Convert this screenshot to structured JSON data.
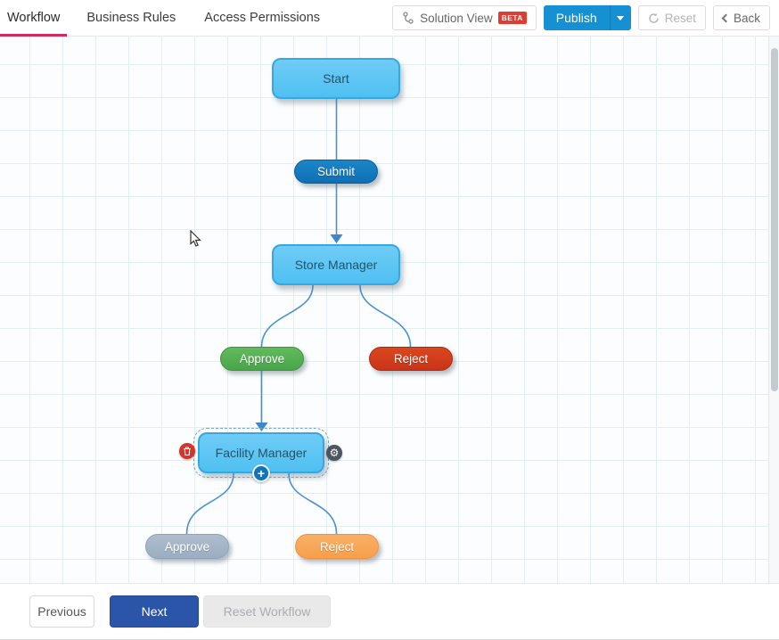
{
  "tabs": {
    "items": [
      {
        "label": "Workflow",
        "active": true
      },
      {
        "label": "Business Rules",
        "active": false
      },
      {
        "label": "Access Permissions",
        "active": false
      }
    ]
  },
  "toolbar": {
    "solution_view_label": "Solution View",
    "beta_badge": "BETA",
    "publish_label": "Publish",
    "reset_label": "Reset",
    "back_label": "Back"
  },
  "workflow": {
    "nodes": {
      "start": "Start",
      "submit": "Submit",
      "store_manager": "Store Manager",
      "approve_1": "Approve",
      "reject_1": "Reject",
      "facility_manager": "Facility Manager",
      "approve_2": "Approve",
      "reject_2": "Reject"
    },
    "selected_node": "Facility Manager"
  },
  "icons": {
    "gear": "⚙",
    "plus": "+"
  },
  "footer": {
    "previous_label": "Previous",
    "next_label": "Next",
    "reset_workflow_label": "Reset Workflow"
  },
  "colors": {
    "active_tab_underline": "#d22a5c",
    "publish_button": "#1590d2",
    "beta_badge_bg": "#e03c31",
    "stage_node_fill": "#5bc5f2",
    "stage_node_border": "#35a7e2",
    "submit_pill": "#1276bd",
    "approve_green": "#56b155",
    "reject_red": "#d23e20",
    "approve_gray": "#a6b5c7",
    "reject_orange": "#f8a95c",
    "connector_line": "#4a90d2"
  }
}
